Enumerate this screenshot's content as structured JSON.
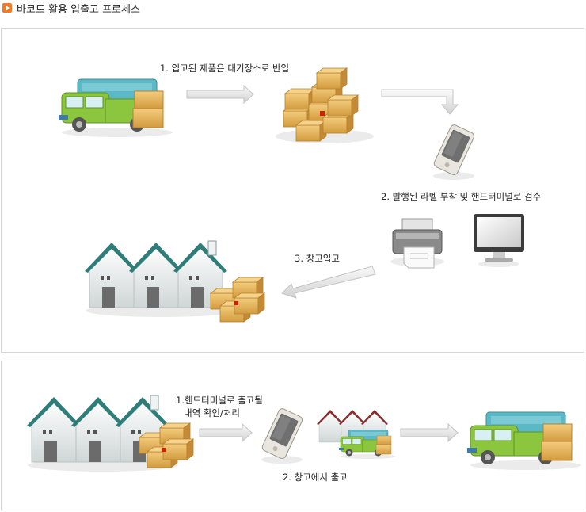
{
  "header": {
    "title": "바코드 활용 입출고 프로세스",
    "icon": "play-icon"
  },
  "inbound": {
    "step1": "1. 입고된 제품은 대기장소로 반입",
    "step2": "2. 발행된 라벨 부착 및 핸드터미널로 검수",
    "step3": "3. 창고입고"
  },
  "outbound": {
    "step1_line1": "1.핸드터미널로 출고될",
    "step1_line2": "내역 확인/처리",
    "step2": "2. 창고에서 출고"
  },
  "colors": {
    "truck_green": "#8cc63f",
    "truck_cab": "#5bb8c7",
    "box": "#e8b45a",
    "roof": "#2f7d78",
    "arrow": "#e6e6e6"
  }
}
